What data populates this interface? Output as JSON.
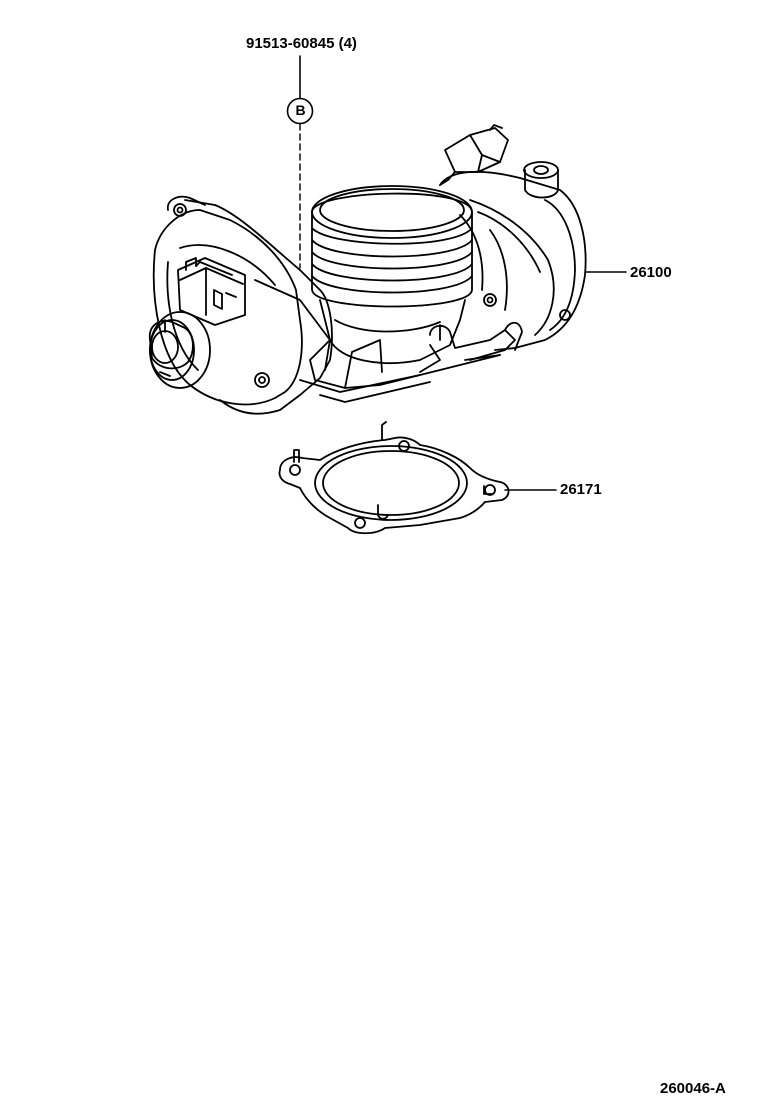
{
  "callouts": {
    "bolt": "91513-60845 (4)",
    "throttle_body": "26100",
    "gasket": "26171",
    "reference_letter": "B"
  },
  "footer": {
    "drawing_number": "260046-A"
  },
  "colors": {
    "line": "#000000",
    "background": "#ffffff"
  }
}
